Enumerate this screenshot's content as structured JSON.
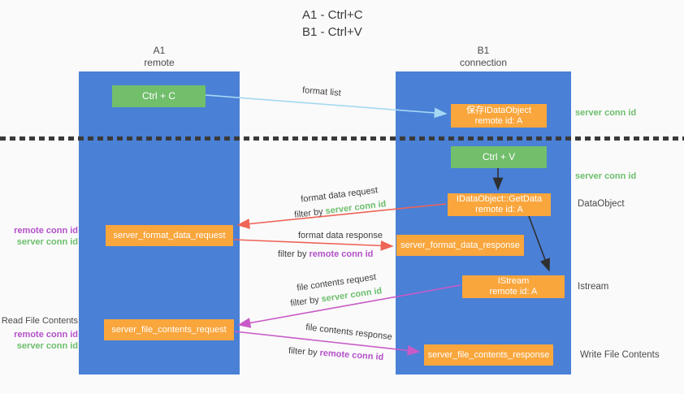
{
  "title": {
    "line1": "A1 - Ctrl+C",
    "line2": "B1 - Ctrl+V"
  },
  "lifelines": {
    "a1": {
      "name": "A1",
      "role": "remote"
    },
    "b1": {
      "name": "B1",
      "role": "connection"
    }
  },
  "nodes": {
    "ctrl_c": {
      "label": "Ctrl + C"
    },
    "ctrl_v": {
      "label": "Ctrl + V"
    },
    "save_dataobject": {
      "line1": "保存IDataObject",
      "line2": "remote id: A"
    },
    "getdata": {
      "line1": "IDataObject::GetData",
      "line2": "remote id: A"
    },
    "istream": {
      "line1": "IStream",
      "line2": "remote id: A"
    },
    "format_request": {
      "label": "server_format_data_request"
    },
    "format_response": {
      "label": "server_format_data_response"
    },
    "file_request": {
      "label": "server_file_contents_request"
    },
    "file_response": {
      "label": "server_file_contents_response"
    }
  },
  "arrows": {
    "format_list": {
      "label": "format list"
    },
    "format_data_request": {
      "label": "format data request",
      "filter_prefix": "filter by ",
      "filter_key": "server conn id"
    },
    "format_data_response": {
      "label": "format data response",
      "filter_prefix": "filter by ",
      "filter_key": "remote conn id"
    },
    "file_contents_request": {
      "label": "file contents request",
      "filter_prefix": "filter by ",
      "filter_key": "server conn id"
    },
    "file_contents_response": {
      "label": "file contents response",
      "filter_prefix": "filter by ",
      "filter_key": "remote conn id"
    }
  },
  "annotations": {
    "server_conn_id_top": "server conn id",
    "server_conn_id_mid": "server conn id",
    "dataobject": "DataObject",
    "istream": "Istream",
    "write_file_contents": "Write File Contents",
    "read_file_contents": "Read File Contents",
    "left_format": {
      "remote": "remote conn id",
      "server": "server conn id"
    },
    "left_file": {
      "remote": "remote conn id",
      "server": "server conn id"
    }
  },
  "colors": {
    "background": "#fafafa",
    "lifeline_blue": "#4a80d6",
    "action_green": "#71be6b",
    "message_orange": "#f9a63d",
    "format_list_arrow": "#a5d8f3",
    "format_data_arrow": "#ee6456",
    "file_contents_arrow": "#c85ac8",
    "control_arrow": "#2f2f2f",
    "server_conn_id_text": "#6dbe6d",
    "remote_conn_id_text": "#b350c8"
  }
}
